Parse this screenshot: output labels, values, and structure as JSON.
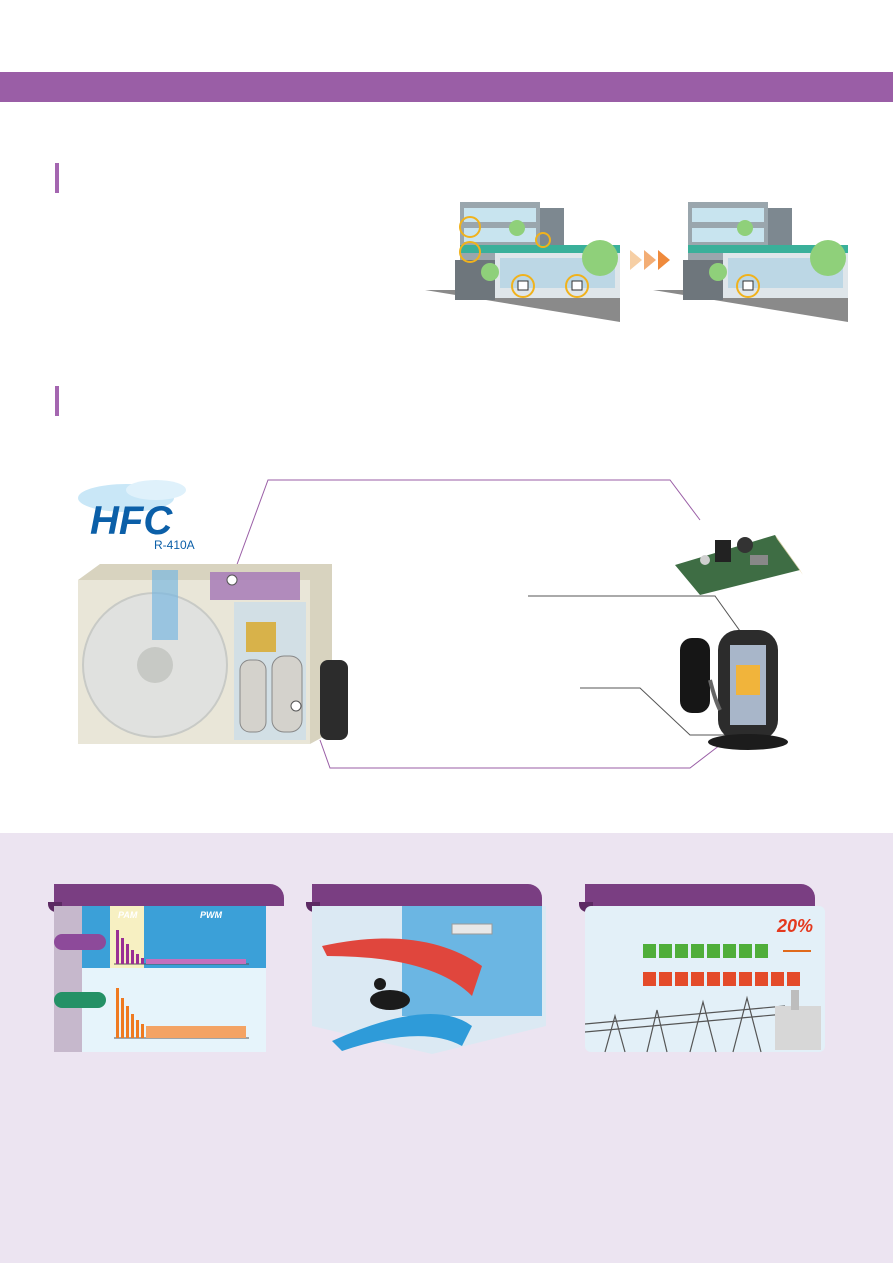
{
  "logo": {
    "brand": "HFC",
    "refrigerant": "R-410A"
  },
  "panels": {
    "chart": {
      "label_1": "PAM",
      "label_2": "PWM"
    },
    "energy": {
      "saving": "20%"
    }
  },
  "colors": {
    "band": "#9a5ea6",
    "lower_bg": "#ece4f1",
    "tab": "#7a3e82",
    "logo_blue": "#0b5fa8",
    "highlight_ring": "#f0b21c"
  }
}
